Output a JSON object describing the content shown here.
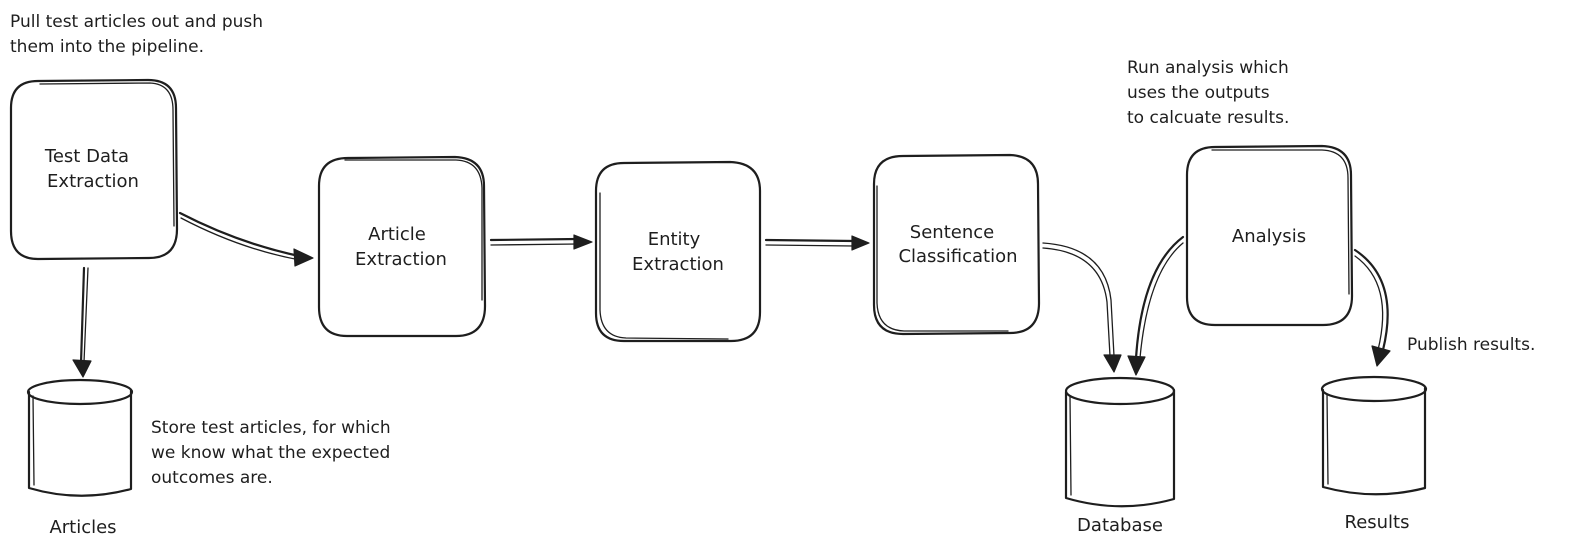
{
  "colors": {
    "green": "#12b886",
    "orange": "#f9b008",
    "red": "#fa5252",
    "blue": "#228be6",
    "ink": "#1e1e1e"
  },
  "nodes": {
    "test_data_extraction": {
      "line1": "Test Data",
      "line2": "Extraction"
    },
    "article_extraction": {
      "line1": "Article",
      "line2": "Extraction"
    },
    "entity_extraction": {
      "line1": "Entity",
      "line2": "Extraction"
    },
    "sentence_classification": {
      "line1": "Sentence",
      "line2": "Classification"
    },
    "analysis": {
      "label": "Analysis"
    }
  },
  "stores": {
    "articles": {
      "label": "Articles"
    },
    "database": {
      "label": "Database"
    },
    "results": {
      "label": "Results"
    }
  },
  "notes": {
    "pull": [
      "Pull test articles out and push",
      "them into the pipeline."
    ],
    "store": [
      "Store test articles, for which",
      "we know what the expected",
      "outcomes are."
    ],
    "run": [
      "Run analysis which",
      "uses the outputs",
      "to calcuate results."
    ],
    "publish": [
      "Publish results."
    ]
  }
}
